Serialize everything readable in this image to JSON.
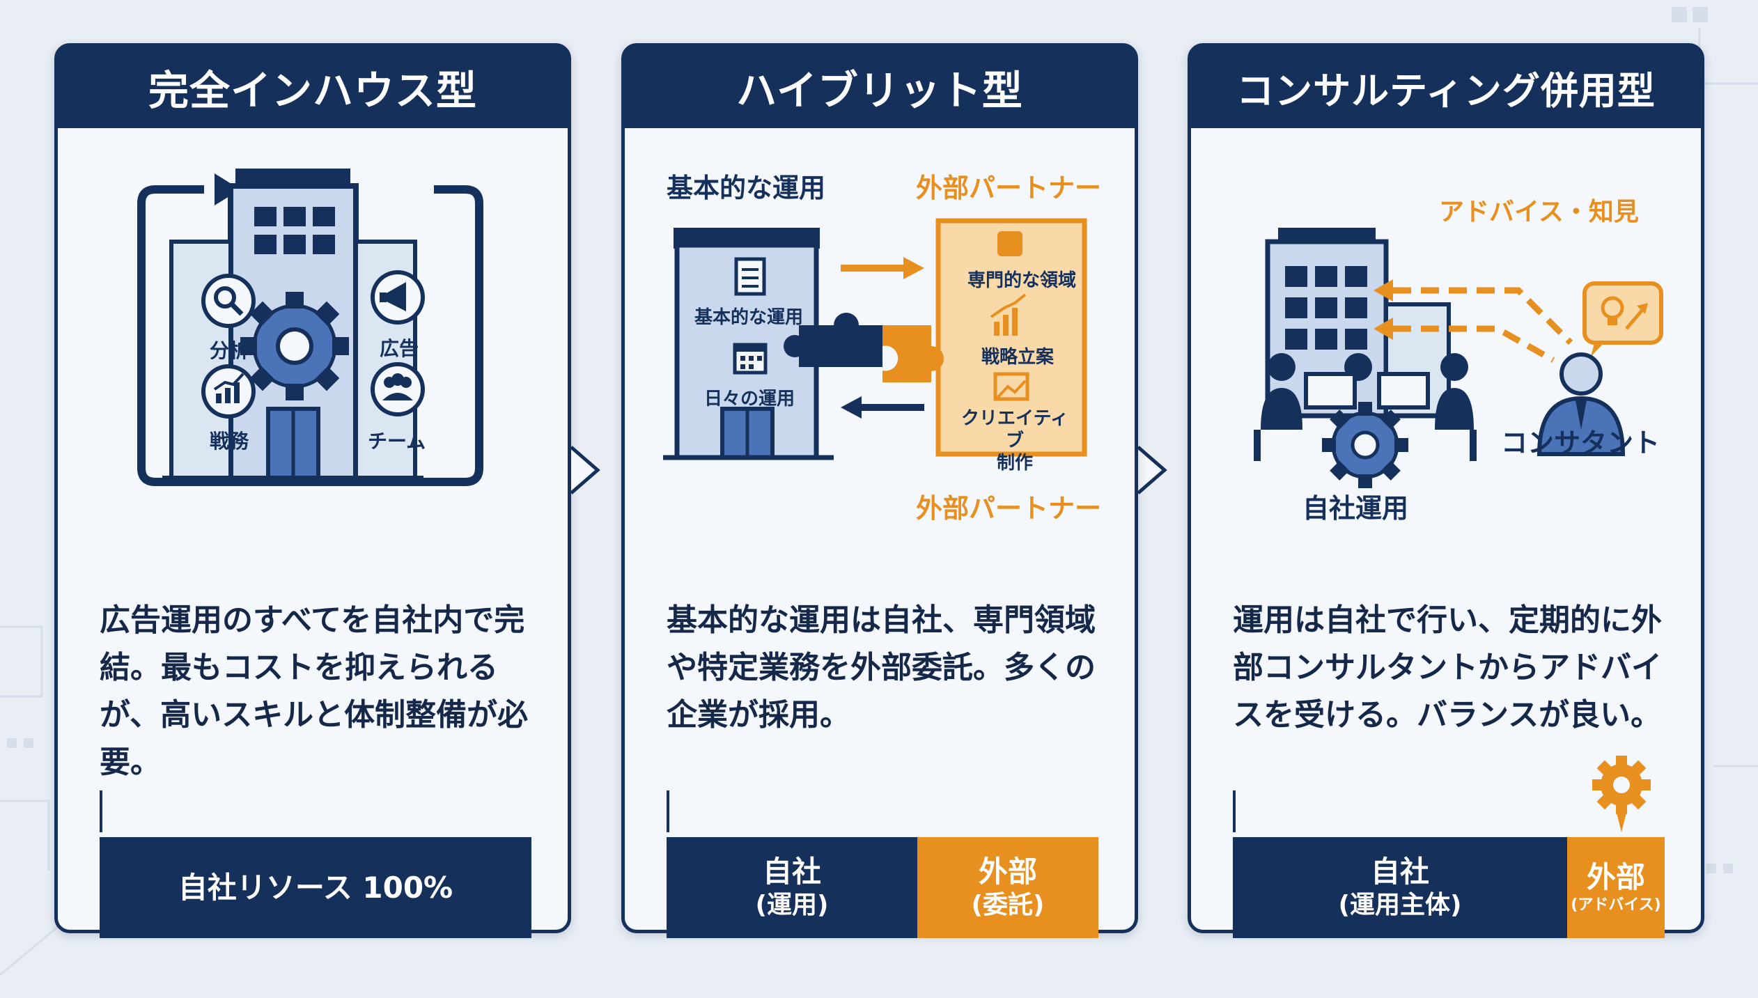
{
  "panels": [
    {
      "title": "完全インハウス型",
      "icons": {
        "analysis": "分析",
        "ads": "広告",
        "strategy": "戦務",
        "team": "チーム"
      },
      "description": "広告運用のすべてを自社内で完結。最もコストを抑えられるが、高いスキルと体制整備が必要。",
      "bar": [
        {
          "label": "自社リソース 100%",
          "color": "#16305c"
        }
      ]
    },
    {
      "title": "ハイブリット型",
      "left_label": "基本的な運用",
      "right_label_top": "外部パートナー",
      "right_label_bottom": "外部パートナー",
      "left_items": [
        "基本的な運用",
        "日々の運用"
      ],
      "right_items": [
        "専門的な領域",
        "戦略立案",
        "クリエイティブ\n制作"
      ],
      "description": "基本的な運用は自社、専門領域や特定業務を外部委託。多くの企業が採用。",
      "bar": [
        {
          "label": "自社",
          "sub": "(運用)",
          "color": "#16305c"
        },
        {
          "label": "外部",
          "sub": "(委託)",
          "color": "#e8901f"
        }
      ]
    },
    {
      "title": "コンサルティング併用型",
      "advice_label": "アドバイス・知見",
      "consultant_label": "コンサタント",
      "inhouse_label": "自社運用",
      "description": "運用は自社で行い、定期的に外部コンサルタントからアドバイスを受ける。バランスが良い。",
      "bar": [
        {
          "label": "自社",
          "sub": "(運用主体)",
          "color": "#16305c"
        },
        {
          "label": "外部",
          "sub": "(アドバイス)",
          "color": "#e8901f"
        }
      ]
    }
  ],
  "colors": {
    "navy": "#16305c",
    "orange": "#e8901f",
    "light_blue": "#c9d8ec",
    "background": "#e9eef5"
  },
  "icon_names": [
    "building-icon",
    "gear-icon",
    "search-icon",
    "megaphone-icon",
    "chart-icon",
    "team-icon",
    "puzzle-icon",
    "clipboard-icon",
    "calendar-icon",
    "lightbulb-icon",
    "person-icon",
    "monitor-icon"
  ]
}
